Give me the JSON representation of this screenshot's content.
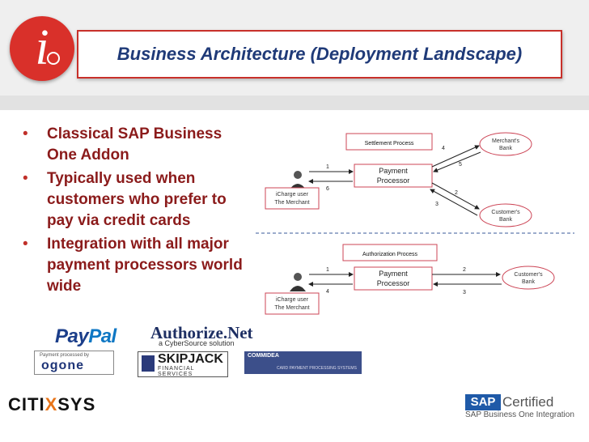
{
  "slide": {
    "title": "Business Architecture (Deployment Landscape)",
    "logo_letter": "i",
    "bullets": [
      "Classical SAP Business One Addon",
      "Typically used when customers who prefer to pay via credit cards",
      "Integration with all major payment processors world wide"
    ]
  },
  "diagram": {
    "settlement": {
      "title": "Settlement Process",
      "processor": [
        "Payment",
        "Processor"
      ],
      "merchant_label": [
        "iCharge user",
        "The Merchant"
      ],
      "merchant_bank": [
        "Merchant's",
        "Bank"
      ],
      "customer_bank": [
        "Customer's",
        "Bank"
      ],
      "numbers": [
        "1",
        "6",
        "4",
        "5",
        "2",
        "3"
      ]
    },
    "authorization": {
      "title": "Authorization Process",
      "processor": [
        "Payment",
        "Processor"
      ],
      "merchant_label": [
        "iCharge user",
        "The Merchant"
      ],
      "customer_bank": [
        "Customer's",
        "Bank"
      ],
      "numbers": [
        "1",
        "4",
        "2",
        "3"
      ]
    }
  },
  "logos": {
    "paypal_a": "Pay",
    "paypal_b": "Pal",
    "authorize": "Authorize.Net",
    "authorize_sub": "a CyberSource solution",
    "ogone_small": "Payment processed by",
    "ogone": "ogone",
    "skipjack": "SKIPJACK",
    "skipjack_sub": "FINANCIAL SERVICES",
    "commidea": "COMMIDEA",
    "commidea_sub": "CARD PAYMENT PROCESSING SYSTEMS",
    "citi_a": "CITI",
    "citi_x": "X",
    "citi_b": "SYS",
    "sap": "SAP",
    "sap_certified": "Certified",
    "sap_sub": "SAP Business One Integration"
  },
  "colors": {
    "accent_red": "#c8302a",
    "title_blue": "#1f3a78",
    "bullet_text": "#8b1b1b"
  }
}
